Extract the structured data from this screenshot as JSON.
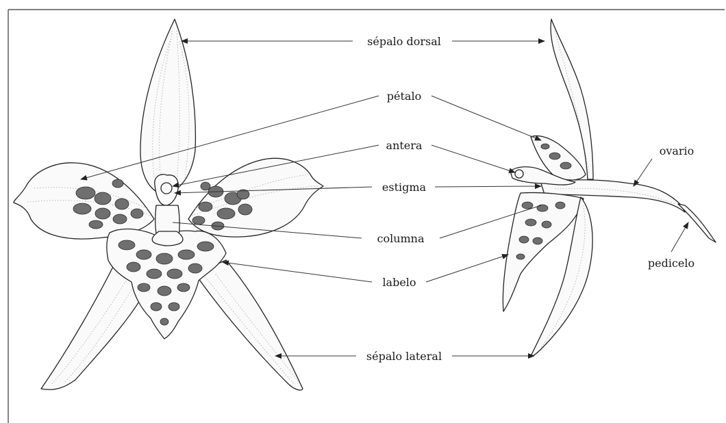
{
  "labels": {
    "sepalo_dorsal": "sépalo dorsal",
    "petalo": "pétalo",
    "antera": "antera",
    "estigma": "estigma",
    "columna": "columna",
    "labelo": "labelo",
    "sepalo_lateral": "sépalo lateral",
    "ovario": "ovario",
    "pedicelo": "pedicelo"
  }
}
